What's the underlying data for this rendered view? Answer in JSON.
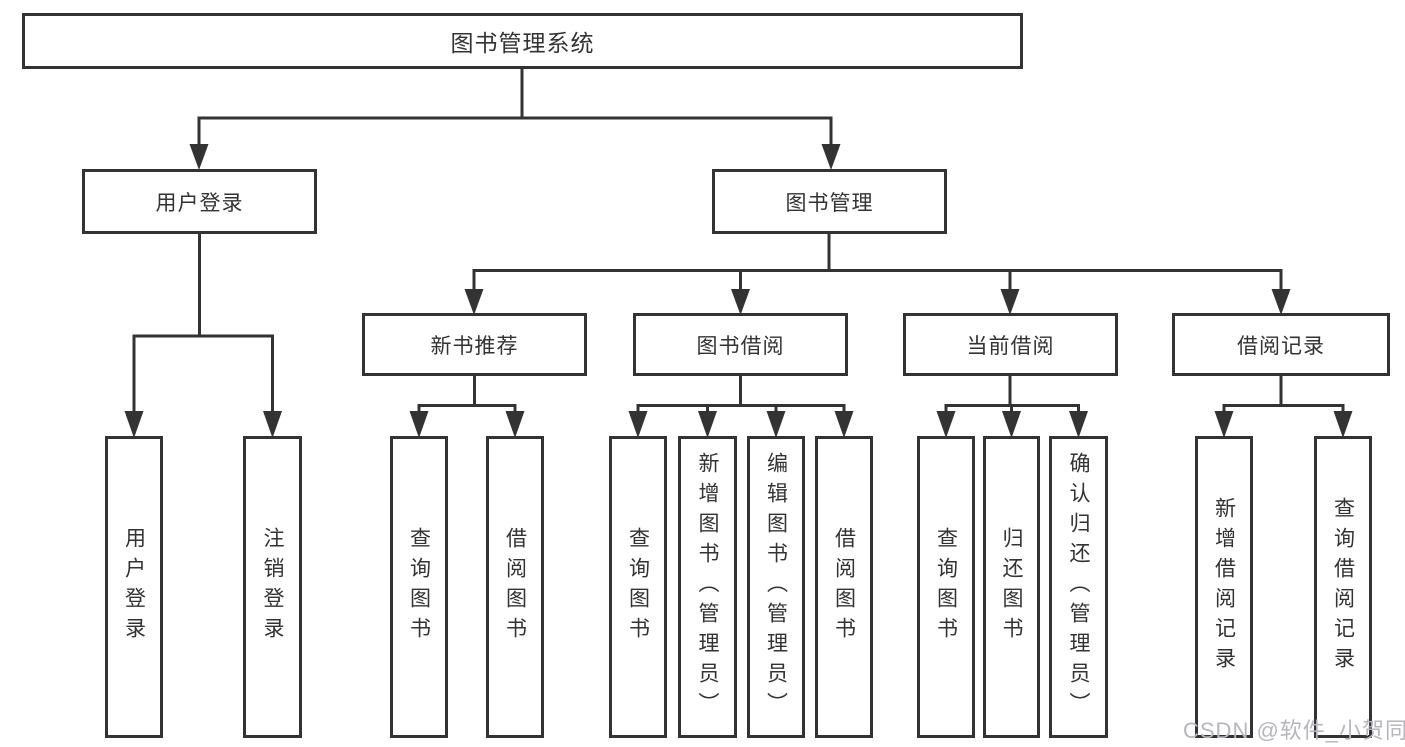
{
  "tree": {
    "root": "图书管理系统",
    "branches": [
      {
        "label": "用户登录",
        "children": [
          "用户登录",
          "注销登录"
        ]
      },
      {
        "label": "图书管理",
        "sections": [
          {
            "label": "新书推荐",
            "children": [
              "查询图书",
              "借阅图书"
            ]
          },
          {
            "label": "图书借阅",
            "children": [
              "查询图书",
              "新增图书（管理员）",
              "编辑图书（管理员）",
              "借阅图书"
            ]
          },
          {
            "label": "当前借阅",
            "children": [
              "查询图书",
              "归还图书",
              "确认归还（管理员）"
            ]
          },
          {
            "label": "借阅记录",
            "children": [
              "新增借阅记录",
              "查询借阅记录"
            ]
          }
        ]
      }
    ]
  },
  "watermark": "CSDN @软件_小贺同学",
  "colors": {
    "line": "#333333",
    "text": "#333333",
    "background": "#ffffff",
    "watermark": "#b6b6be"
  }
}
